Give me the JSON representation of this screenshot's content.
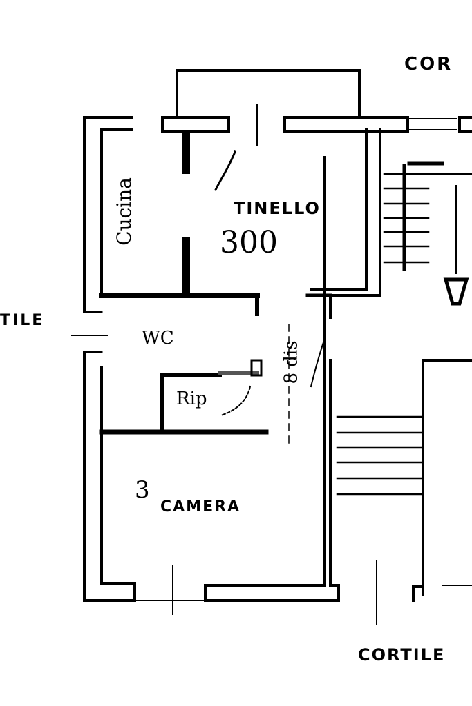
{
  "plan": {
    "labels": {
      "cortile_top": "COR",
      "cortile_left": "TILE",
      "cortile_bottom": "CORTILE",
      "tinello": "TINELLO",
      "tinello_area": "300",
      "cucina": "Cucina",
      "wc": "WC",
      "ripostiglio": "Rip",
      "camera": "CAMERA",
      "camera_area": "3",
      "disimpegno": "8 dis"
    },
    "colors": {
      "wall": "#000000",
      "background": "#ffffff",
      "accent": "#555555"
    }
  }
}
